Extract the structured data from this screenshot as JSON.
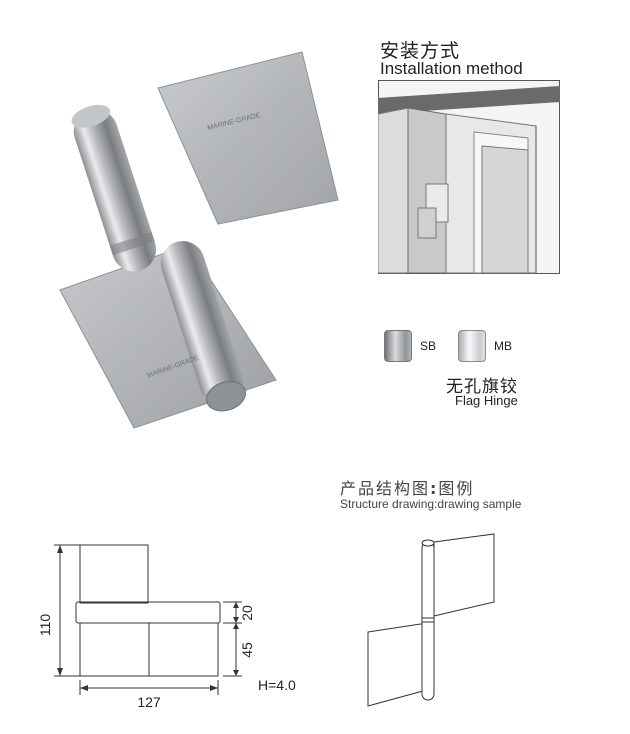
{
  "installation": {
    "title_zh": "安装方式",
    "title_en": "Installation method"
  },
  "finishes": [
    {
      "code": "SB",
      "color": "#9aa1a6"
    },
    {
      "code": "MB",
      "color": "#d8dde0"
    }
  ],
  "product": {
    "name_zh": "无孔旗铰",
    "name_en": "Flag Hinge",
    "engraving": "MARINE-GRADE"
  },
  "structure": {
    "title_zh": "产品结构图",
    "title_zh_sep": ":",
    "title_zh_2": "图例",
    "title_en": "Structure drawing",
    "title_en_sep": ":",
    "title_en_2": "drawing sample"
  },
  "dimensions": {
    "height": "110",
    "width": "127",
    "knuckle": "20",
    "lower": "45",
    "thickness": "H=4.0"
  }
}
